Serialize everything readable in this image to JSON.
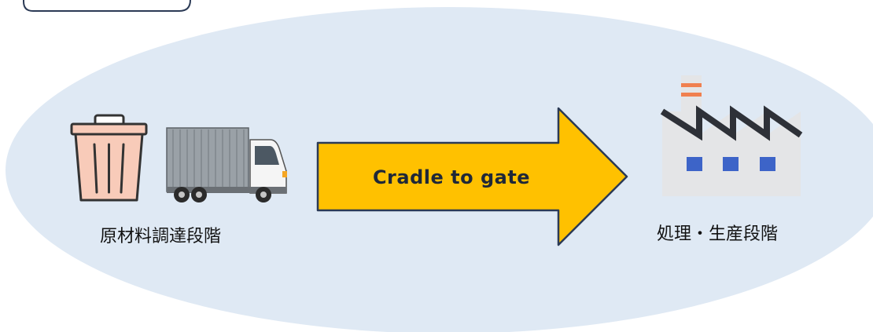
{
  "stages": {
    "raw_material": {
      "label": "原材料調達段階",
      "icons": [
        "trash-can-icon",
        "truck-icon"
      ]
    },
    "processing": {
      "label": "処理・生産段階",
      "icons": [
        "factory-icon"
      ]
    }
  },
  "arrow": {
    "label": "Cradle to gate"
  },
  "colors": {
    "ellipse_fill": "#dfe9f4",
    "arrow_fill": "#ffc100",
    "arrow_stroke": "#2b3a55",
    "trash_fill": "#f8cbb9",
    "factory_wall": "#e4e5e7",
    "factory_roof": "#2e3138",
    "factory_window": "#3d64c8",
    "chimney_stripe": "#f0804f"
  }
}
